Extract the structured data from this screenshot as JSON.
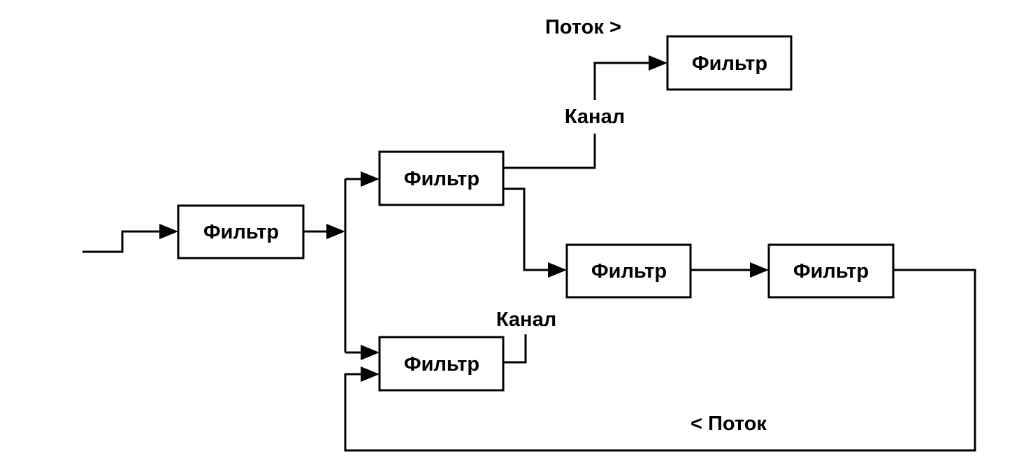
{
  "diagram": {
    "filters": [
      {
        "id": "input-filter",
        "label": "Фильтр"
      },
      {
        "id": "upper-branch-filter",
        "label": "Фильтр"
      },
      {
        "id": "lower-branch-filter",
        "label": "Фильтр"
      },
      {
        "id": "top-right-filter",
        "label": "Фильтр"
      },
      {
        "id": "middle-filter",
        "label": "Фильтр"
      },
      {
        "id": "right-filter",
        "label": "Фильтр"
      }
    ],
    "labels": {
      "flow_forward": "Поток >",
      "channel_top": "Канал",
      "channel_middle": "Канал",
      "flow_back": "< Поток"
    }
  }
}
